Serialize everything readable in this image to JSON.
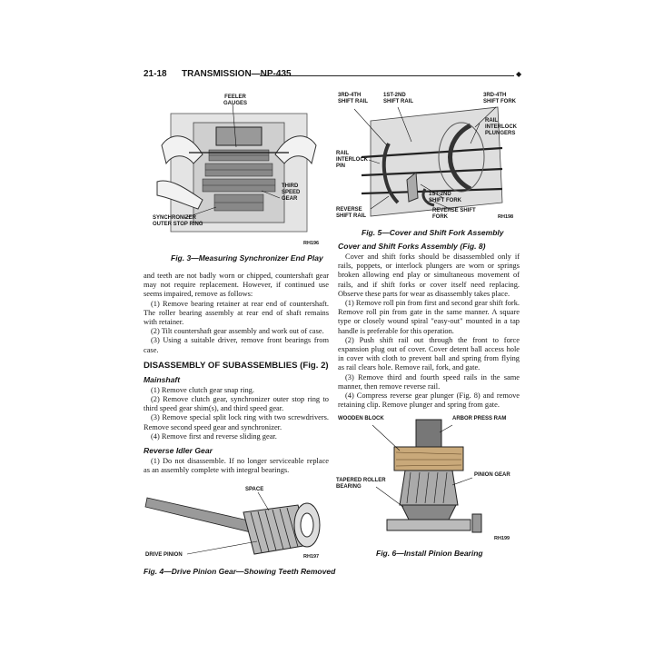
{
  "header": {
    "page_number": "21-18",
    "title": "TRANSMISSION—NP-435"
  },
  "fig3": {
    "caption": "Fig. 3—Measuring Synchronizer End Play",
    "code": "RH196",
    "labels": {
      "feeler": "FEELER\nGAUGES",
      "third_gear": "THIRD\nSPEED\nGEAR",
      "sync_ring": "SYNCHRONIZER\nOUTER STOP RING"
    }
  },
  "fig5": {
    "caption": "Fig. 5—Cover and Shift Fork Assembly",
    "code": "RH198",
    "labels": {
      "rail_34": "3RD-4TH\nSHIFT RAIL",
      "rail_12": "1ST-2ND\nSHIFT RAIL",
      "fork_34": "3RD-4TH\nSHIFT FORK",
      "interlock_plungers": "RAIL\nINTERLOCK\nPLUNGERS",
      "interlock_pin": "RAIL\nINTERLOCK\nPIN",
      "fork_12": "1ST-2ND\nSHIFT FORK",
      "rev_rail": "REVERSE\nSHIFT RAIL",
      "rev_fork": "REVERSE SHIFT\nFORK"
    }
  },
  "fig4": {
    "caption": "Fig. 4—Drive Pinion Gear—Showing Teeth Removed",
    "code": "RH197",
    "labels": {
      "space": "SPACE",
      "drive_pinion": "DRIVE PINION"
    }
  },
  "fig6": {
    "caption": "Fig. 6—Install Pinion Bearing",
    "code": "RH199",
    "labels": {
      "wooden_block": "WOODEN BLOCK",
      "arbor_ram": "ARBOR PRESS RAM",
      "roller_bearing": "TAPERED ROLLER\nBEARING",
      "pinion_gear": "PINION GEAR"
    }
  },
  "left": {
    "intro": "and teeth are not badly worn or chipped, countershaft gear may not require replacement. However, if continued use seems impaired, remove as follows:",
    "steps": [
      "(1) Remove bearing retainer at rear end of countershaft. The roller bearing assembly at rear end of shaft remains with retainer.",
      "(2) Tilt countershaft gear assembly and work out of case.",
      "(3) Using a suitable driver, remove front bearings from case."
    ],
    "heading": "DISASSEMBLY OF SUBASSEMBLIES (Fig. 2)",
    "mainshaft_heading": "Mainshaft",
    "mainshaft_steps": [
      "(1) Remove clutch gear snap ring.",
      "(2) Remove clutch gear, synchronizer outer stop ring to third speed gear shim(s), and third speed gear.",
      "(3) Remove special split lock ring with two screwdrivers. Remove second speed gear and synchronizer.",
      "(4) Remove first and reverse sliding gear."
    ],
    "idler_heading": "Reverse Idler Gear",
    "idler_steps": [
      "(1) Do not disassemble. If no longer serviceable replace as an assembly complete with integral bearings."
    ]
  },
  "right": {
    "heading": "Cover and Shift Forks Assembly (Fig. 8)",
    "paragraphs": [
      "Cover and shift forks should be disassembled only if rails, poppets, or interlock plungers are worn or springs broken allowing end play or simultaneous movement of rails, and if shift forks or cover itself need replacing. Observe these parts for wear as disassembly takes place.",
      "(1) Remove roll pin from first and second gear shift fork. Remove roll pin from gate in the same manner. A square type or closely wound spiral \"easy-out\" mounted in a tap handle is preferable for this operation.",
      "(2) Push shift rail out through the front to force expansion plug out of cover. Cover detent ball access hole in cover with cloth to prevent ball and spring from flying as rail clears hole. Remove rail, fork, and gate.",
      "(3) Remove third and fourth speed rails in the same manner, then remove reverse rail.",
      "(4) Compress reverse gear plunger (Fig. 8) and remove retaining clip. Remove plunger and spring from gate."
    ]
  }
}
